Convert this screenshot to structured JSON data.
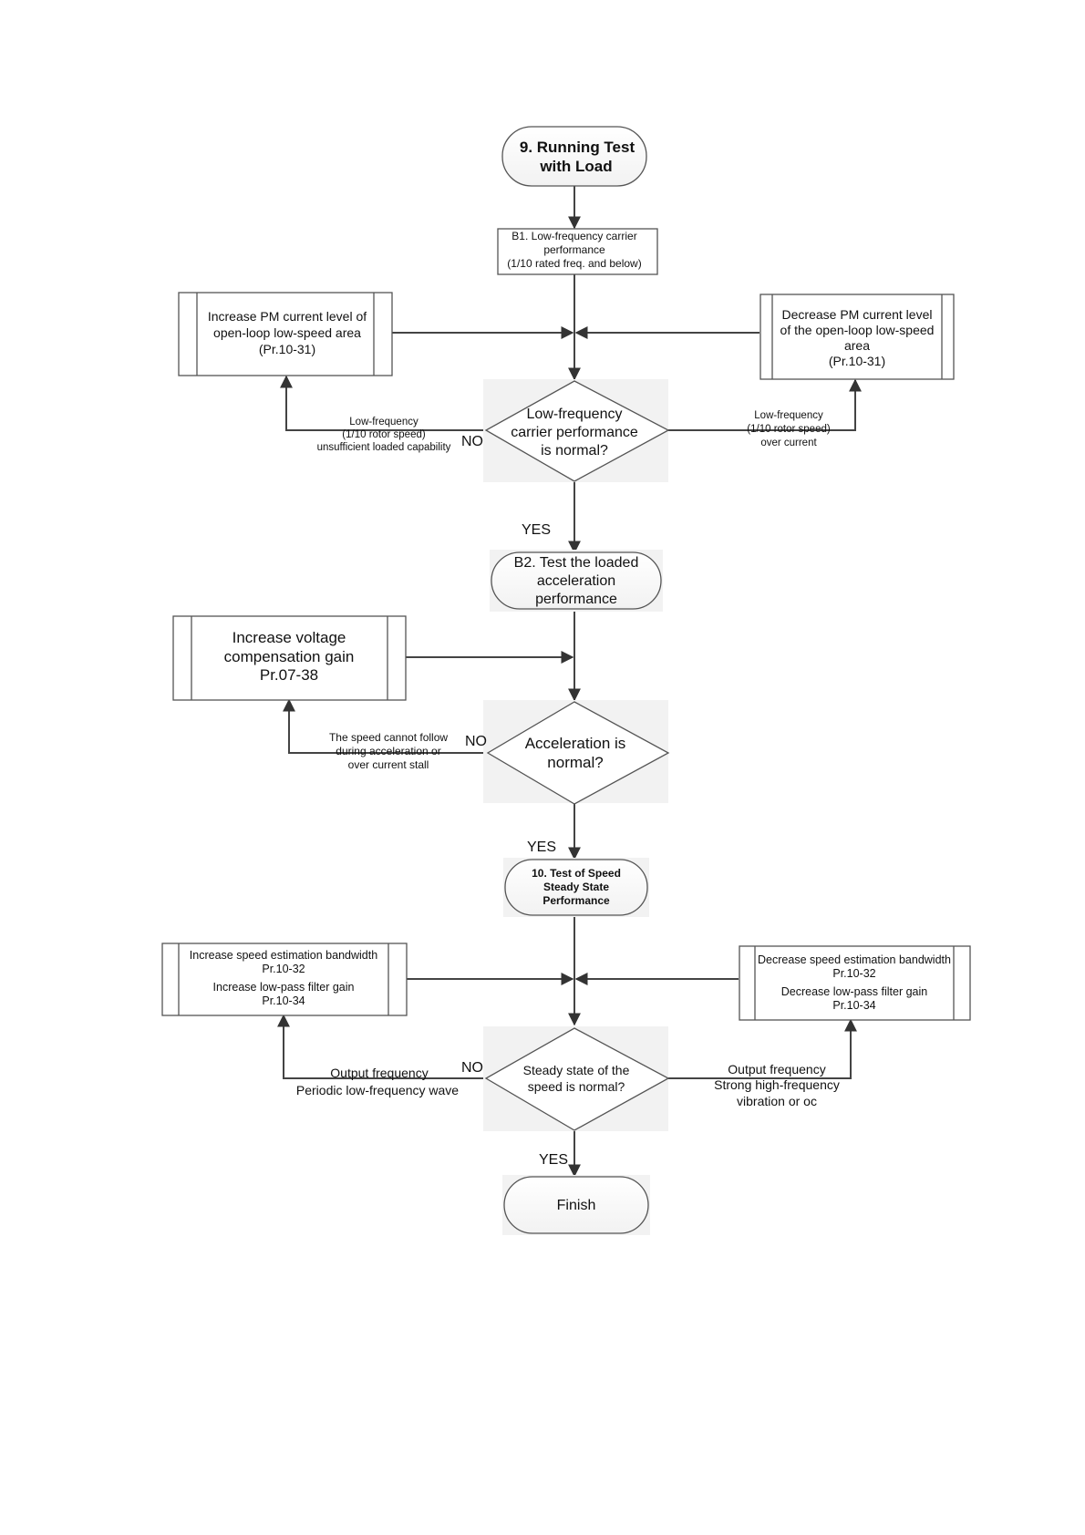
{
  "nodes": {
    "start": {
      "line1": "9. Running Test",
      "line2": "with Load"
    },
    "b1": {
      "line1": "B1. Low-frequency carrier",
      "line2": "performance",
      "line3": "(1/10 rated freq. and below)"
    },
    "inc_pm": {
      "line1": "Increase PM current level of",
      "line2": "open-loop low-speed area",
      "line3": "(Pr.10-31)"
    },
    "dec_pm": {
      "line1": "Decrease PM current level",
      "line2": "of the open-loop low-speed",
      "line3": "area",
      "line4": "(Pr.10-31)"
    },
    "d1": {
      "line1": "Low-frequency",
      "line2": "carrier performance",
      "line3": "is normal?"
    },
    "b2": {
      "line1": "B2. Test the loaded",
      "line2": "acceleration",
      "line3": "performance"
    },
    "inc_volt": {
      "line1": "Increase voltage",
      "line2": "compensation gain",
      "line3": "Pr.07-38"
    },
    "d2": {
      "line1": "Acceleration is",
      "line2": "normal?"
    },
    "t10": {
      "line1": "10. Test of Speed",
      "line2": "Steady State",
      "line3": "Performance"
    },
    "inc_speed": {
      "line1": "Increase speed estimation bandwidth",
      "line2": "Pr.10-32",
      "line3": "Increase low-pass filter gain",
      "line4": "Pr.10-34"
    },
    "dec_speed": {
      "line1": "Decrease speed estimation bandwidth",
      "line2": "Pr.10-32",
      "line3": "Decrease low-pass filter gain",
      "line4": "Pr.10-34"
    },
    "d3": {
      "line1": "Steady state of the",
      "line2": "speed is normal?"
    },
    "finish": {
      "label": "Finish"
    }
  },
  "edge_labels": {
    "d1_left": {
      "line1": "Low-frequency",
      "line2": "(1/10 rotor speed)",
      "line3": "unsufficient loaded capability"
    },
    "d1_right": {
      "line1": "Low-frequency",
      "line2": "(1/10 rotor speed)",
      "line3": "over current"
    },
    "d2_left": {
      "line1": "The speed cannot follow",
      "line2": "during acceleration or",
      "line3": "over current stall"
    },
    "d3_left": {
      "line1": "Output frequency",
      "line2": "Periodic low-frequency wave"
    },
    "d3_right": {
      "line1": "Output frequency",
      "line2": "Strong high-frequency",
      "line3": "vibration or oc"
    },
    "no1": "NO",
    "yes1": "YES",
    "no2": "NO",
    "yes2": "YES",
    "no3": "NO",
    "yes3": "YES"
  }
}
